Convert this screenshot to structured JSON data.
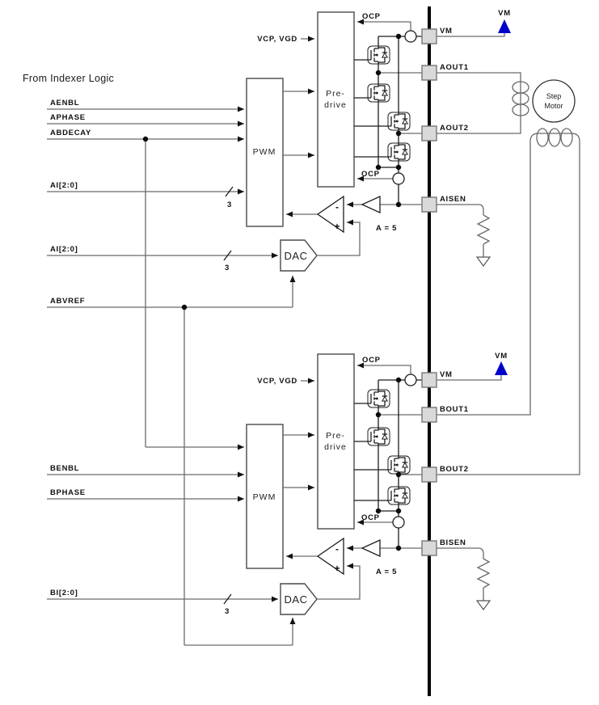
{
  "heading": "From Indexer Logic",
  "colors": {
    "background": "#ffffff",
    "wire": "#6a6a6a",
    "dark": "#1c1c1c",
    "pad_fill": "#d9d9d9",
    "pad_stroke": "#777777",
    "vm_blue": "#0000cc"
  },
  "blocks": {
    "pwm": "PWM",
    "predrive_1": "Pre-",
    "predrive_2": "drive",
    "dac": "DAC"
  },
  "labels": {
    "vcp_vgd": "VCP, VGD",
    "ocp": "OCP",
    "gain": "A = 5",
    "bus_width": "3",
    "vm": "VM",
    "minus": "-",
    "plus": "+"
  },
  "channel_a": {
    "enbl": "AENBL",
    "phase": "APHASE",
    "decay": "ABDECAY",
    "current_pwm": "AI[2:0]",
    "current_dac": "AI[2:0]",
    "vref": "ABVREF",
    "pad_vm": "VM",
    "pad_out1": "AOUT1",
    "pad_out2": "AOUT2",
    "pad_isen": "AISEN"
  },
  "channel_b": {
    "enbl": "BENBL",
    "phase": "BPHASE",
    "current_dac": "BI[2:0]",
    "pad_vm": "VM",
    "pad_out1": "BOUT1",
    "pad_out2": "BOUT2",
    "pad_isen": "BISEN"
  },
  "motor": {
    "line1": "Step",
    "line2": "Motor"
  }
}
